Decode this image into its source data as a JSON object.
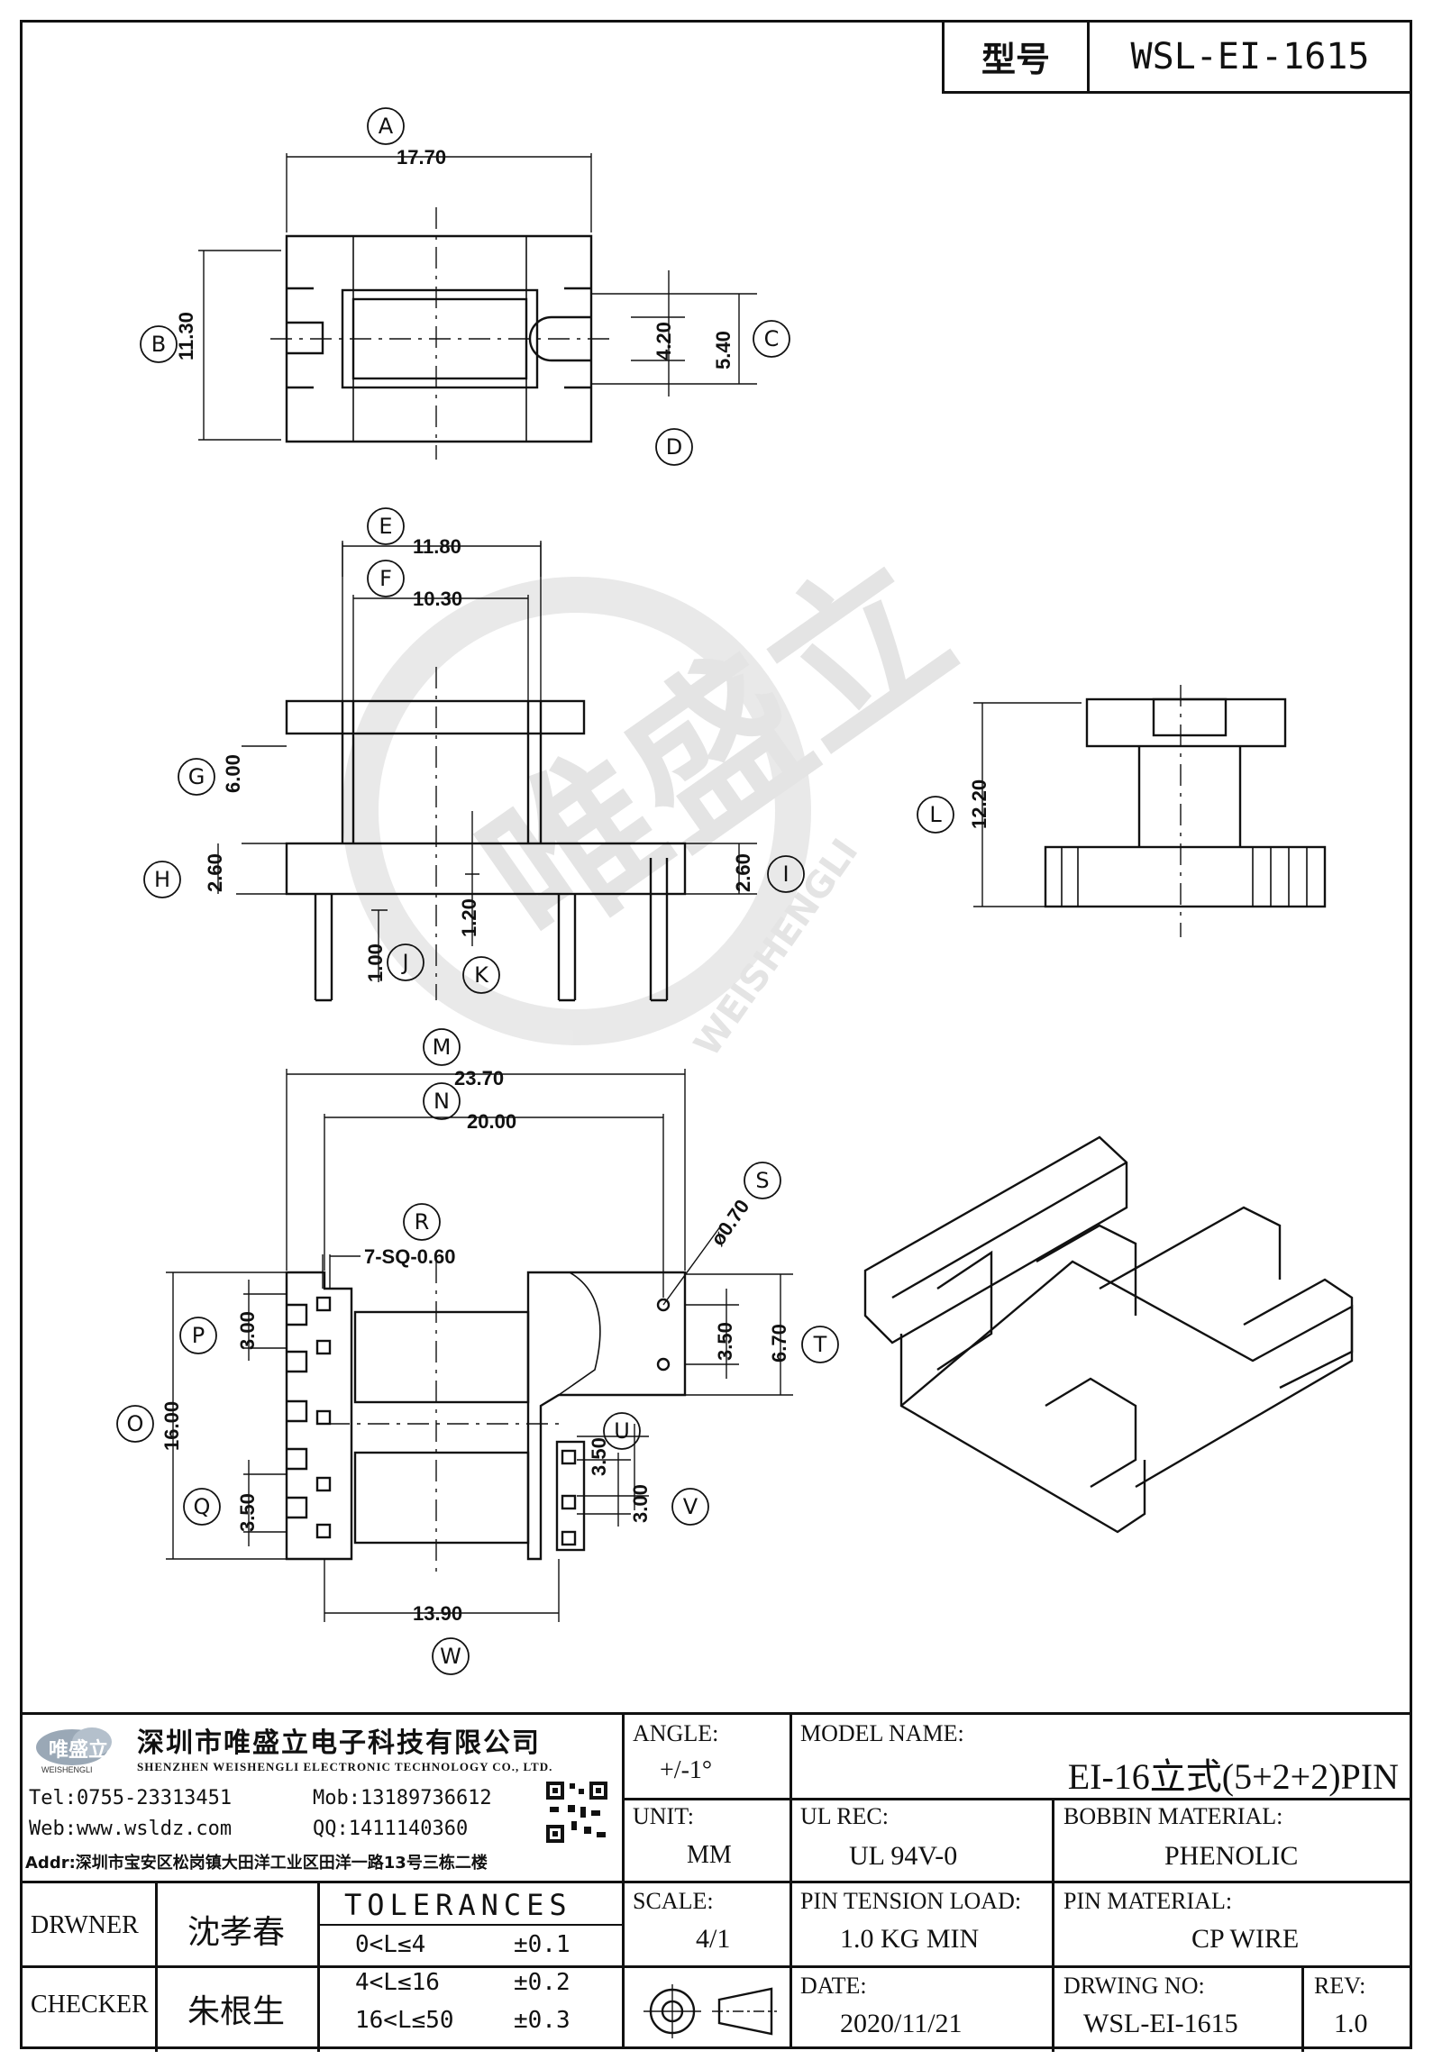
{
  "header": {
    "label": "型号",
    "model": "WSL-EI-1615"
  },
  "dimensions": {
    "A": "17.70",
    "B": "11.30",
    "C": "5.40",
    "D": "4.20",
    "E": "11.80",
    "F": "10.30",
    "G": "6.00",
    "H": "2.60",
    "I": "2.60",
    "J": "1.00",
    "K": "1.20",
    "L": "12.20",
    "M": "23.70",
    "N": "20.00",
    "O": "16.00",
    "P": "3.00",
    "Q": "3.50",
    "R": "7-SQ-0.60",
    "S": "ø0.70",
    "T": "6.70",
    "T2": "3.50",
    "U": "3.50",
    "V": "3.00",
    "W": "13.90"
  },
  "callouts": [
    "A",
    "B",
    "C",
    "D",
    "E",
    "F",
    "G",
    "H",
    "I",
    "J",
    "K",
    "L",
    "M",
    "N",
    "O",
    "P",
    "Q",
    "R",
    "S",
    "T",
    "U",
    "V",
    "W"
  ],
  "watermark": {
    "cn": "唯盛立",
    "en": "WEISHENGLI"
  },
  "title_block": {
    "company_cn": "深圳市唯盛立电子科技有限公司",
    "company_en": "SHENZHEN WEISHENGLI ELECTRONIC TECHNOLOGY CO., LTD.",
    "logo_cn": "唯盛立",
    "logo_en": "WEISHENGLI",
    "tel": "Tel:0755-23313451",
    "mob": "Mob:13189736612",
    "web": "Web:www.wsldz.com",
    "qq": "QQ:1411140360",
    "addr": "Addr:深圳市宝安区松岗镇大田洋工业区田洋一路13号三栋二楼",
    "angle_label": "ANGLE:",
    "angle_value": "+/-1°",
    "model_name_label": "MODEL NAME:",
    "model_name_value": "EI-16立式(5+2+2)PIN",
    "unit_label": "UNIT:",
    "unit_value": "MM",
    "ul_rec_label": "UL REC:",
    "ul_rec_value": "UL 94V-0",
    "bobbin_material_label": "BOBBIN MATERIAL:",
    "bobbin_material_value": "PHENOLIC",
    "drawer_label": "DRWNER",
    "drawer_value": "沈孝春",
    "tolerances_label": "TOLERANCES",
    "scale_label": "SCALE:",
    "scale_value": "4/1",
    "pin_tension_label": "PIN TENSION LOAD:",
    "pin_tension_value": "1.0 KG MIN",
    "pin_material_label": "PIN MATERIAL:",
    "pin_material_value": "CP WIRE",
    "checker_label": "CHECKER",
    "checker_value": "朱根生",
    "tol_rows": [
      {
        "range": "0<L≤4",
        "value": "±0.1"
      },
      {
        "range": "4<L≤16",
        "value": "±0.2"
      },
      {
        "range": "16<L≤50",
        "value": "±0.3"
      }
    ],
    "date_label": "DATE:",
    "date_value": "2020/11/21",
    "drawing_no_label": "DRWING NO:",
    "drawing_no_value": "WSL-EI-1615",
    "rev_label": "REV:",
    "rev_value": "1.0"
  }
}
